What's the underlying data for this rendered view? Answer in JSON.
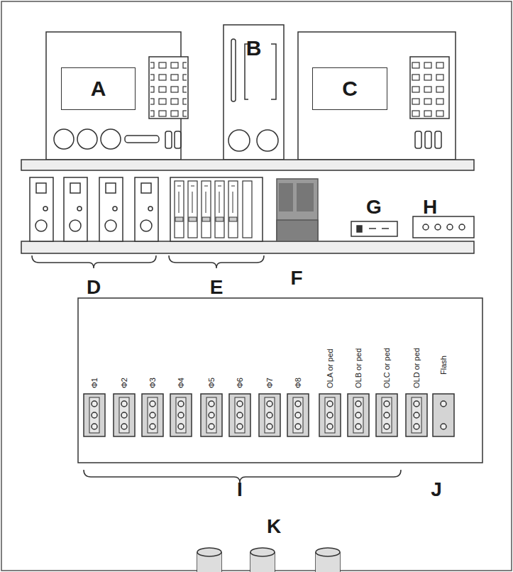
{
  "diagram": {
    "nodes": [
      {
        "text": [
          "A"
        ]
      },
      {
        "text": [
          "B"
        ]
      },
      {
        "text": [
          "C"
        ]
      }
    ],
    "labels": [
      "D",
      "E",
      "F",
      "G",
      "H",
      "Φ1",
      "Φ2",
      "Φ3",
      "Φ4",
      "Φ5",
      "Φ6",
      "Φ7",
      "Φ8",
      "OLA or ped",
      "OLB or ped",
      "OLC or ped",
      "OLD or ped",
      "Flash",
      "I",
      "J",
      "K"
    ]
  }
}
